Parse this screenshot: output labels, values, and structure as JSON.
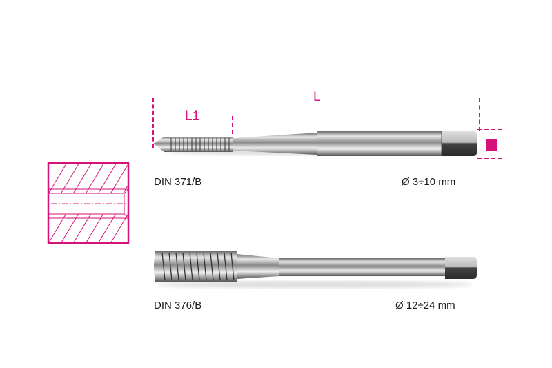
{
  "accent_color": "#d4127a",
  "tap1": {
    "standard": "DIN 371/B",
    "diameter_range": "Ø 3÷10 mm",
    "dim_total_length": "L",
    "dim_thread_length": "L1",
    "square_drive_icon": "square-drive-icon"
  },
  "tap2": {
    "standard": "DIN 376/B",
    "diameter_range": "Ø 12÷24 mm"
  },
  "diagram": {
    "name": "through-hole-section-diagram"
  }
}
